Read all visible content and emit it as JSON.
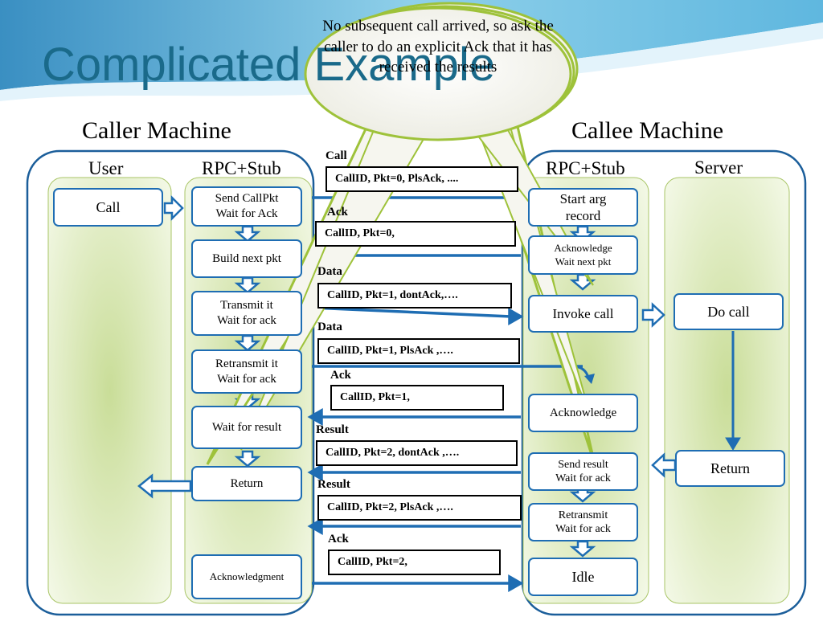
{
  "slide": {
    "title": "Complicated Example",
    "caller_machine": "Caller Machine",
    "callee_machine": "Callee Machine"
  },
  "columns": {
    "user": "User",
    "caller_stub": "RPC+Stub",
    "callee_stub": "RPC+Stub",
    "server": "Server"
  },
  "caller_user_nodes": {
    "call": "Call"
  },
  "caller_stub_nodes": {
    "send_callpkt": "Send CallPkt\nWait for Ack",
    "build_next_pkt": "Build next pkt",
    "transmit_it": "Transmit it\nWait for ack",
    "retransmit_it": "Retransmit it\nWait for ack",
    "wait_for_result": "Wait for result",
    "return": "Return",
    "acknowledgment": "Acknowledgment"
  },
  "callee_stub_nodes": {
    "start_arg_record": "Start arg\nrecord",
    "acknowledge_wait": "Acknowledge\nWait next pkt",
    "invoke_call": "Invoke call",
    "acknowledge": "Acknowledge",
    "send_result": "Send result\nWait for ack",
    "retransmit": "Retransmit\nWait for ack",
    "idle": "Idle"
  },
  "server_nodes": {
    "do_call": "Do call",
    "return": "Return"
  },
  "messages": [
    {
      "label": "Call",
      "text": "CallID, Pkt=0, PlsAck, ...."
    },
    {
      "label": "Ack",
      "text": "CallID, Pkt=0,"
    },
    {
      "label": "Data",
      "text": "CallID, Pkt=1, dontAck,…."
    },
    {
      "label": "Data",
      "text": "CallID, Pkt=1, PlsAck ,…."
    },
    {
      "label": "Ack",
      "text": "CallID, Pkt=1,"
    },
    {
      "label": "Result",
      "text": "CallID, Pkt=2, dontAck ,…."
    },
    {
      "label": "Result",
      "text": "CallID, Pkt=2, PlsAck ,…."
    },
    {
      "label": "Ack",
      "text": "CallID, Pkt=2,"
    }
  ],
  "callout": {
    "text": "No subsequent call arrived, so ask the caller to do an explicit Ack that it has received the results"
  },
  "colors": {
    "title": "#1a6a8a",
    "box_border": "#1e6db3",
    "arrow": "#1e6db3",
    "lane_fill": "#dcebb8",
    "callout_border": "#9ec23a",
    "callout_fill": "#f6f6ef"
  }
}
